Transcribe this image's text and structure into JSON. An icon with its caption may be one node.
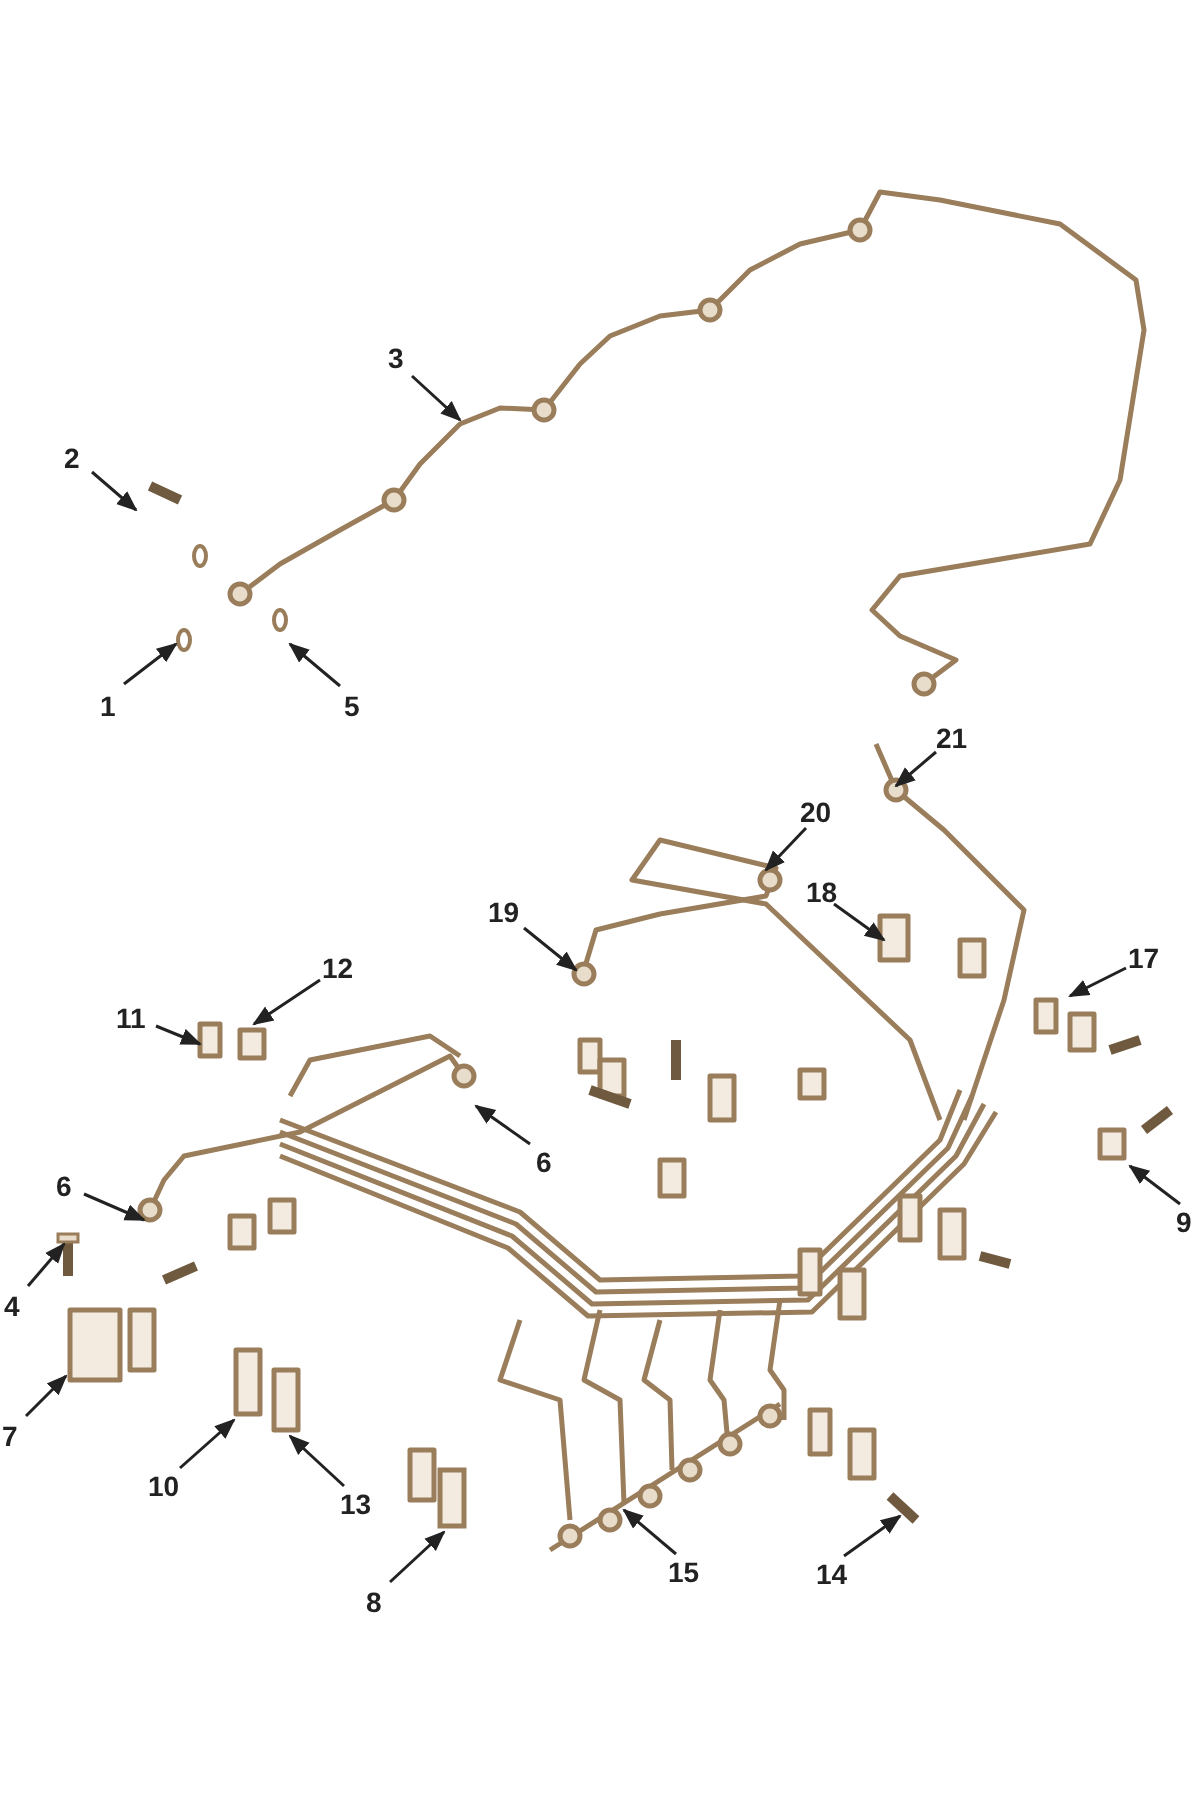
{
  "diagram": {
    "nodes": [
      {
        "text": [
          "1"
        ]
      },
      {
        "text": [
          "2"
        ]
      },
      {
        "text": [
          "3"
        ]
      },
      {
        "text": [
          "4"
        ]
      },
      {
        "text": [
          "5"
        ]
      },
      {
        "text": [
          "6"
        ]
      },
      {
        "text": [
          "6"
        ]
      },
      {
        "text": [
          "7"
        ]
      },
      {
        "text": [
          "8"
        ]
      },
      {
        "text": [
          "9"
        ]
      },
      {
        "text": [
          "10"
        ]
      },
      {
        "text": [
          "11"
        ]
      },
      {
        "text": [
          "12"
        ]
      },
      {
        "text": [
          "13"
        ]
      },
      {
        "text": [
          "14"
        ]
      },
      {
        "text": [
          "15"
        ]
      },
      {
        "text": [
          "17"
        ]
      },
      {
        "text": [
          "18"
        ]
      },
      {
        "text": [
          "19"
        ]
      },
      {
        "text": [
          "20"
        ]
      },
      {
        "text": [
          "21"
        ]
      },
      {
        "text": [],
        "shape": "picture"
      },
      {
        "text": [],
        "shape": "box"
      }
    ],
    "edges": [
      {
        "from": 0,
        "to": null,
        "arrow": "to"
      },
      {
        "from": 1,
        "to": null,
        "arrow": "to"
      },
      {
        "from": 2,
        "to": null,
        "arrow": "to"
      },
      {
        "from": 3,
        "to": 21,
        "arrow": "to"
      },
      {
        "from": 4,
        "to": null,
        "arrow": "to"
      },
      {
        "from": 5,
        "to": null,
        "arrow": "to"
      },
      {
        "from": 6,
        "to": null,
        "arrow": "to"
      },
      {
        "from": 7,
        "to": null,
        "arrow": "to"
      },
      {
        "from": 8,
        "to": 22,
        "arrow": "to"
      },
      {
        "from": 9,
        "to": null,
        "arrow": "to"
      },
      {
        "from": 10,
        "to": null,
        "arrow": "to"
      },
      {
        "from": 11,
        "to": null,
        "arrow": "to"
      },
      {
        "from": 12,
        "to": null,
        "arrow": "to"
      },
      {
        "from": 13,
        "to": null,
        "arrow": "to"
      },
      {
        "from": 14,
        "to": null,
        "arrow": "to"
      },
      {
        "from": 15,
        "to": null,
        "arrow": "to"
      },
      {
        "from": 16,
        "to": null,
        "arrow": "to"
      },
      {
        "from": 17,
        "to": null,
        "arrow": "to"
      },
      {
        "from": 18,
        "to": null,
        "arrow": "to"
      },
      {
        "from": 19,
        "to": null,
        "arrow": "to"
      },
      {
        "from": 20,
        "to": null,
        "arrow": "to"
      }
    ]
  }
}
